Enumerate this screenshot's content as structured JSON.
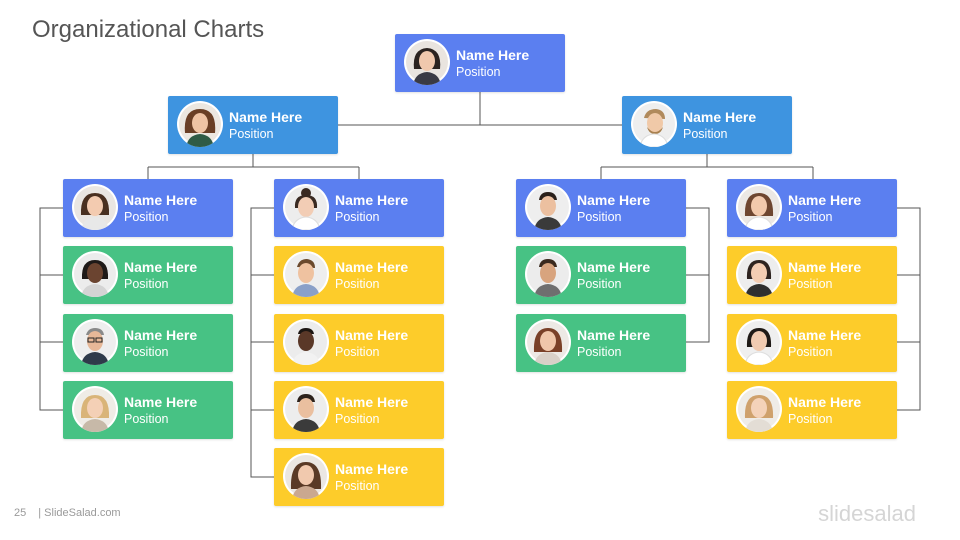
{
  "slide": {
    "title": "Organizational Charts",
    "page_number": "25",
    "footer_text": "| SlideSalad.com",
    "brand": "slidesalad"
  },
  "colors": {
    "top": "#5b7ff0",
    "manager": "#3e94e0",
    "lead": "#5b7ff0",
    "green": "#47c284",
    "yellow": "#fdcc2a",
    "connector": "#555555"
  },
  "org": {
    "ceo": {
      "name": "Name Here",
      "position": "Position",
      "avatar": "woman-dark-hair-avatar"
    },
    "managers": [
      {
        "name": "Name Here",
        "position": "Position",
        "avatar": "woman-curly-hair-avatar"
      },
      {
        "name": "Name Here",
        "position": "Position",
        "avatar": "man-beard-avatar"
      }
    ],
    "teams": [
      {
        "lead": {
          "name": "Name Here",
          "position": "Position",
          "avatar": "woman-brown-hair-avatar"
        },
        "color": "green",
        "members": [
          {
            "name": "Name Here",
            "position": "Position",
            "avatar": "woman-dark-skin-avatar"
          },
          {
            "name": "Name Here",
            "position": "Position",
            "avatar": "man-glasses-avatar"
          },
          {
            "name": "Name Here",
            "position": "Position",
            "avatar": "woman-blonde-avatar"
          }
        ]
      },
      {
        "lead": {
          "name": "Name Here",
          "position": "Position",
          "avatar": "woman-bun-avatar"
        },
        "color": "yellow",
        "members": [
          {
            "name": "Name Here",
            "position": "Position",
            "avatar": "man-smiling-avatar"
          },
          {
            "name": "Name Here",
            "position": "Position",
            "avatar": "man-dark-skin-avatar"
          },
          {
            "name": "Name Here",
            "position": "Position",
            "avatar": "man-short-hair-avatar"
          },
          {
            "name": "Name Here",
            "position": "Position",
            "avatar": "woman-long-hair-avatar"
          }
        ]
      },
      {
        "lead": {
          "name": "Name Here",
          "position": "Position",
          "avatar": "man-young-avatar"
        },
        "color": "green",
        "members": [
          {
            "name": "Name Here",
            "position": "Position",
            "avatar": "man-tanned-avatar"
          },
          {
            "name": "Name Here",
            "position": "Position",
            "avatar": "woman-auburn-avatar"
          }
        ]
      },
      {
        "lead": {
          "name": "Name Here",
          "position": "Position",
          "avatar": "woman-smiling-avatar"
        },
        "color": "yellow",
        "members": [
          {
            "name": "Name Here",
            "position": "Position",
            "avatar": "woman-ponytail-avatar"
          },
          {
            "name": "Name Here",
            "position": "Position",
            "avatar": "woman-dark-bob-avatar"
          },
          {
            "name": "Name Here",
            "position": "Position",
            "avatar": "woman-light-hair-avatar"
          }
        ]
      }
    ]
  }
}
